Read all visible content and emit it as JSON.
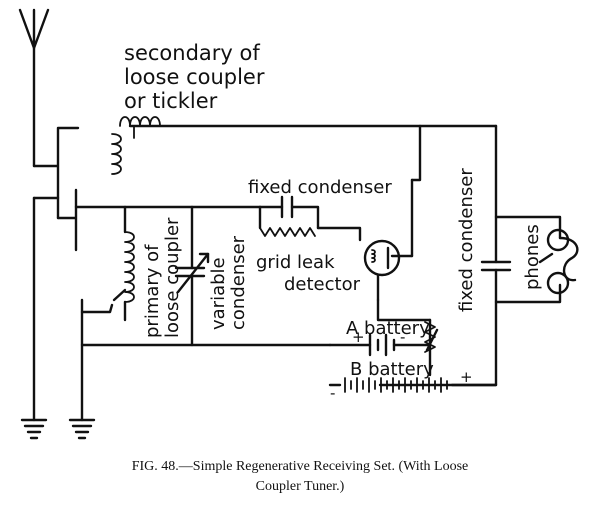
{
  "diagram": {
    "labels": {
      "secondary_line1": "secondary of",
      "secondary_line2": "loose coupler",
      "secondary_line3": "or tickler",
      "fixed_condenser_top": "fixed condenser",
      "grid_leak": "grid leak",
      "detector": "detector",
      "primary_line1": "primary of",
      "primary_line2": "loose coupler",
      "variable_line1": "variable",
      "variable_line2": "condenser",
      "a_battery": "A battery",
      "b_battery": "B battery",
      "fixed_condenser_right": "fixed condenser",
      "phones": "phones",
      "plus_a": "+",
      "minus_a": "-",
      "plus_b": "+",
      "minus_b": "-"
    },
    "caption": {
      "line1": "FIG. 48.—Simple Regenerative Receiving Set. (With Loose",
      "line2": "Coupler Tuner.)"
    }
  }
}
